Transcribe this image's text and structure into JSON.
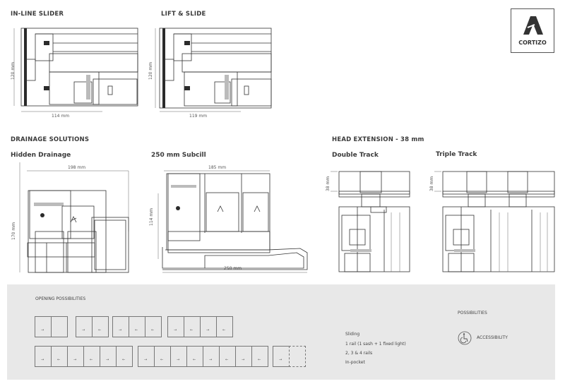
{
  "sections": {
    "inline_slider": {
      "title": "IN-LINE SLIDER",
      "height_dim": "120 mm",
      "width_dim": "114 mm"
    },
    "lift_slide": {
      "title": "LIFT & SLIDE",
      "height_dim": "120 mm",
      "width_dim": "119 mm"
    },
    "drainage": {
      "title": "DRAINAGE SOLUTIONS",
      "hidden": {
        "title": "Hidden Drainage",
        "width_dim": "198 mm",
        "height_dim": "170 mm"
      },
      "subcill": {
        "title": "250 mm Subcill",
        "top_dim": "185 mm",
        "height_dim": "114 mm",
        "bottom_dim": "250 mm"
      }
    },
    "head_extension": {
      "title": "HEAD EXTENSION - 38 mm",
      "double": {
        "title": "Double Track",
        "height_dim": "38 mm"
      },
      "triple": {
        "title": "Triple Track",
        "height_dim": "38 mm"
      }
    }
  },
  "logo": {
    "text": "CORTIZO"
  },
  "opening": {
    "title": "OPENING POSSIBILITIES",
    "row1": [
      [
        "→",
        ""
      ],
      [
        "→",
        "←"
      ],
      [
        "→",
        "←",
        "←"
      ],
      [
        "→",
        "←",
        "→",
        "←"
      ]
    ],
    "row2": [
      [
        "→",
        "←",
        "→",
        "←",
        "→",
        "←"
      ],
      [
        "→",
        "←",
        "→",
        "←",
        "→",
        "←",
        "→",
        "←"
      ],
      [
        "→",
        "pocket"
      ]
    ],
    "sliding": [
      "Sliding",
      "1 rail (1 sash + 1 fixed light)",
      "2, 3 & 4 rails",
      "In-pocket"
    ]
  },
  "possibilities": {
    "title": "POSSIBILITIES",
    "items": [
      {
        "icon": "wheelchair-icon",
        "label": "ACCESSIBILITY"
      }
    ]
  },
  "colors": {
    "panel": "#e8e8e8",
    "ink": "#333333"
  }
}
